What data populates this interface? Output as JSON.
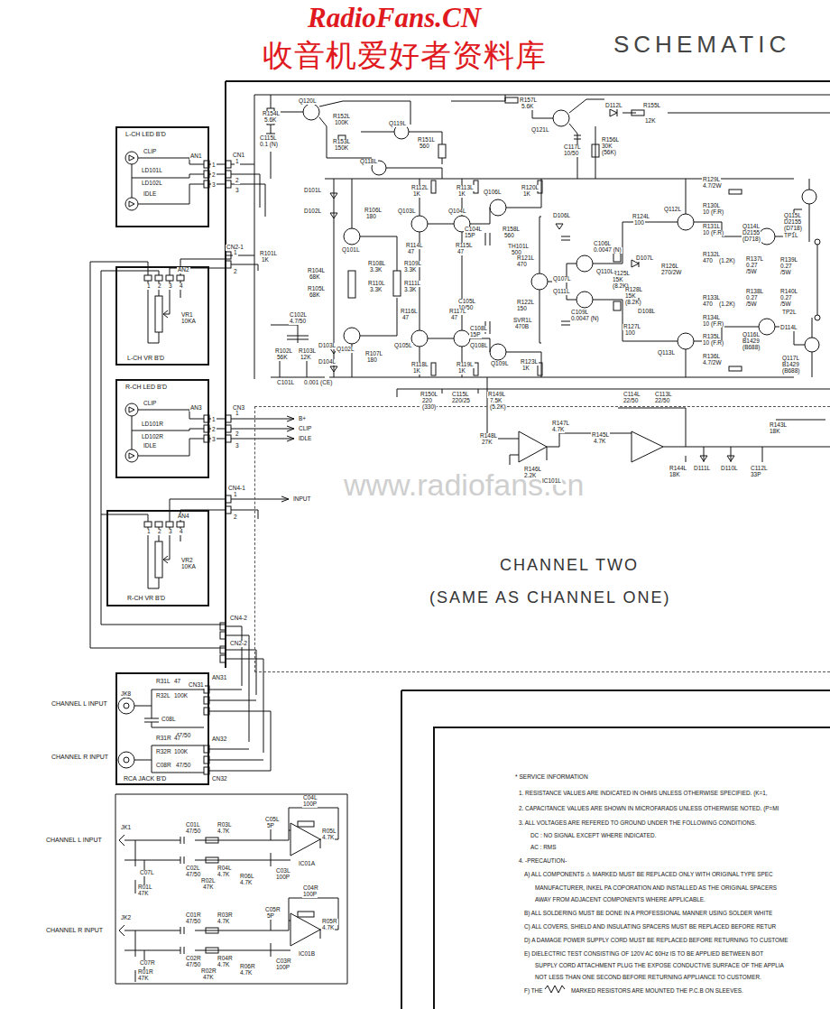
{
  "diagram": {
    "title": "SCHEMATIC",
    "nodes": [
      {
        "text": [
          "L-CH LED B'D"
        ]
      },
      {
        "text": [
          "L-CH VR B'D"
        ]
      },
      {
        "text": [
          "R-CH LED B'D"
        ]
      },
      {
        "text": [
          "R-CH VR B'D"
        ]
      },
      {
        "text": [
          "RCA JACK B'D"
        ]
      },
      {
        "text": [
          "CHANNEL TWO",
          "(SAME AS CHANNEL ONE)"
        ]
      },
      {
        "text": [
          "* SERVICE INFORMATION",
          "1. RESISTANCE VALUES ARE INDICATED IN OHMS UNLESS OTHERWISE SPECIFIED. (K=1,",
          "2. CAPACITANCE VALUES ARE SHOWN IN MICROFARADS UNLESS OTHERWISE NOTED. (P=MI",
          "3. ALL VOLTAGES ARE REFERED TO GROUND UNDER THE FOLLOWING CONDITIONS.",
          "DC : NO SIGNAL EXCEPT WHERE INDICATED.",
          "AC : RMS",
          "4. -PRECAUTION-",
          "A) ALL COMPONENTS ⚠ MARKED MUST BE REPLACED ONLY WITH ORIGINAL TYPE SPEC",
          "MANUFACTURER, INKEL PA COPORATION AND INSTALLED AS THE ORIGINAL SPACERS",
          "AWAY FROM ADJACENT COMPONENTS WHERE APPLICABLE.",
          "B) ALL SOLDERING MUST BE DONE IN A PROFESSIONAL MANNER USING SOLDER WHITE",
          "C) ALL COVERS, SHIELD AND INSULATING SPACERS MUST BE REPLACED BEFORE RETUR",
          "D) A DAMAGE POWER SUPPLY CORD MUST BE REPLACED BEFORE RETURNING TO CUSTOME",
          "E) DIELECTRIC TEST CONSISTING OF 120V AC 60Hz IS TO BE APPLIED BETWEEN BOT",
          "SUPPLY CORD ATTACHMENT PLUG THE EXPOSE CONDUCTIVE SURFACE OF THE APPLIA",
          "NOT LESS THAN ONE SECOND BEFORE RETURNING APPLIANCE TO CUSTOMER.",
          "F) THE",
          "MARKED RESISTORS ARE MOUNTED THE P.C.B ON SLEEVES."
        ]
      }
    ],
    "labels": [
      "RadioFans.CN",
      "收音机爱好者资料库",
      "www.radiofans.cn",
      "Q120L",
      "R154L",
      "5.6K",
      "C115L",
      "0.1 (N)",
      "R152L",
      "100K",
      "R153L",
      "150K",
      "Q119L",
      "R151L",
      "560",
      "Q118L",
      "R157L",
      "5.6K",
      "Q121L",
      "D112L",
      "R155L",
      "12K",
      "C117L",
      "10/50",
      "R156L",
      "30K",
      "(56K)",
      "CLIP",
      "LD101L",
      "LD102L",
      "IDLE",
      "AN1",
      "1",
      "2",
      "3",
      "CN1",
      "1",
      "2",
      "3",
      "CN2-1",
      "1",
      "2",
      "R101L",
      "1K",
      "AN2",
      "1",
      "2",
      "3",
      "4",
      "VR1",
      "10KA",
      "CLIP",
      "LD101R",
      "LD102R",
      "IDLE",
      "AN3",
      "1",
      "2",
      "3",
      "CN3",
      "1",
      "2",
      "3",
      "B+",
      "CLIP",
      "IDLE",
      "CN4-1",
      "INPUT",
      "1",
      "2",
      "AN4",
      "1",
      "2",
      "3",
      "4",
      "VR2",
      "10KA",
      "CN4-2",
      "CN2-2",
      "CHANNEL L INPUT",
      "JK8",
      "R31L",
      "47",
      "R32L",
      "100K",
      "C08L",
      "47/50",
      "AN31",
      "CN31",
      "CHANNEL R INPUT",
      "R31R",
      "47",
      "R32R",
      "100K",
      "C08R",
      "47/50",
      "AN32",
      "CN32",
      "CHANNEL L INPUT",
      "JK1",
      "C07L",
      "R01L",
      "47K",
      "C01L",
      "47/50",
      "R03L",
      "4.7K",
      "C02L",
      "47/50",
      "R04L",
      "4.7K",
      "R02L",
      "47K",
      "R06L",
      "4.7K",
      "C05L",
      "5P",
      "C03L",
      "100P",
      "C04L",
      "100P",
      "R05L",
      "4.7K",
      "IC01A",
      "CHANNEL R INPUT",
      "JK2",
      "C07R",
      "R01R",
      "47K",
      "C01R",
      "47/50",
      "R03R",
      "4.7K",
      "C02R",
      "47/50",
      "R04R",
      "4.7K",
      "R02R",
      "47K",
      "R06R",
      "4.7K",
      "C05R",
      "5P",
      "C03R",
      "100P",
      "C04R",
      "100P",
      "R05R",
      "4.7K",
      "IC01B",
      "D101L",
      "D102L",
      "R106L",
      "180",
      "Q101L",
      "R112L",
      "1K",
      "R113L",
      "1K",
      "Q103L",
      "Q104L",
      "Q106L",
      "R120L",
      "1K",
      "C104L",
      "15P",
      "D106L",
      "R124L",
      "100",
      "Q112L",
      "R129L",
      "4.7/2W",
      "R130L",
      "10 (F.R)",
      "Q115L",
      "D2155",
      "(D718)",
      "R131L",
      "10 (F.R)",
      "Q114L",
      "D2155",
      "(D718)",
      "TP1L",
      "R132L",
      "470",
      "(1.2K)",
      "R137L",
      "0.27",
      "/5W",
      "R139L",
      "0.27",
      "/5W",
      "R158L",
      "560",
      "TH101L",
      "500",
      "C106L",
      "0.0047 (N)",
      "R125L",
      "15K",
      "(8.2K)",
      "D107L",
      "R126L",
      "270/2W",
      "R121L",
      "470",
      "Q107L",
      "Q110L",
      "R104L",
      "68K",
      "R105L",
      "68K",
      "R108L",
      "3.3K",
      "R109L",
      "3.3K",
      "R110L",
      "3.3K",
      "R111L",
      "3.3K",
      "R114L",
      "47",
      "R115L",
      "47",
      "C105L",
      "10/50",
      "Q111L",
      "R128L",
      "15K",
      "(8.2K)",
      "D108L",
      "R122L",
      "150",
      "SVR1L",
      "470B",
      "C109L",
      "0.0047 (N)",
      "R133L",
      "470",
      "(1.2K)",
      "R138L",
      "0.27",
      "/5W",
      "R140L",
      "0.27",
      "/5W",
      "TP2L",
      "R134L",
      "10 (F.R)",
      "Q116L",
      "B1429",
      "(B688)",
      "D114L",
      "R116L",
      "47",
      "R117L",
      "47",
      "C102L",
      "4.7/50",
      "Q102L",
      "C108L",
      "15P",
      "R127L",
      "100",
      "Q113L",
      "R135L",
      "10 (F.R)",
      "Q117L",
      "B1429",
      "(B688)",
      "R136L",
      "4.7/2W",
      "R102L",
      "56K",
      "R103L",
      "12K",
      "D103L",
      "D104L",
      "R107L",
      "180",
      "Q105L",
      "Q108L",
      "Q109L",
      "R118L",
      "1K",
      "R119L",
      "1K",
      "R123L",
      "1K",
      "C101L",
      "0.001 (CE)",
      "R150L",
      "220",
      "(330)",
      "C115L",
      "220/25",
      "R149L",
      "7.5K",
      "(5.2K)",
      "C114L",
      "22/50",
      "C113L",
      "22/50",
      "R147L",
      "4.7K",
      "R145L",
      "4.7K",
      "R148L",
      "27K",
      "R146L",
      "2.2K",
      "IC101L",
      "R143L",
      "18K",
      "R144L",
      "18K",
      "D111L",
      "D110L",
      "C112L",
      "33P"
    ]
  }
}
